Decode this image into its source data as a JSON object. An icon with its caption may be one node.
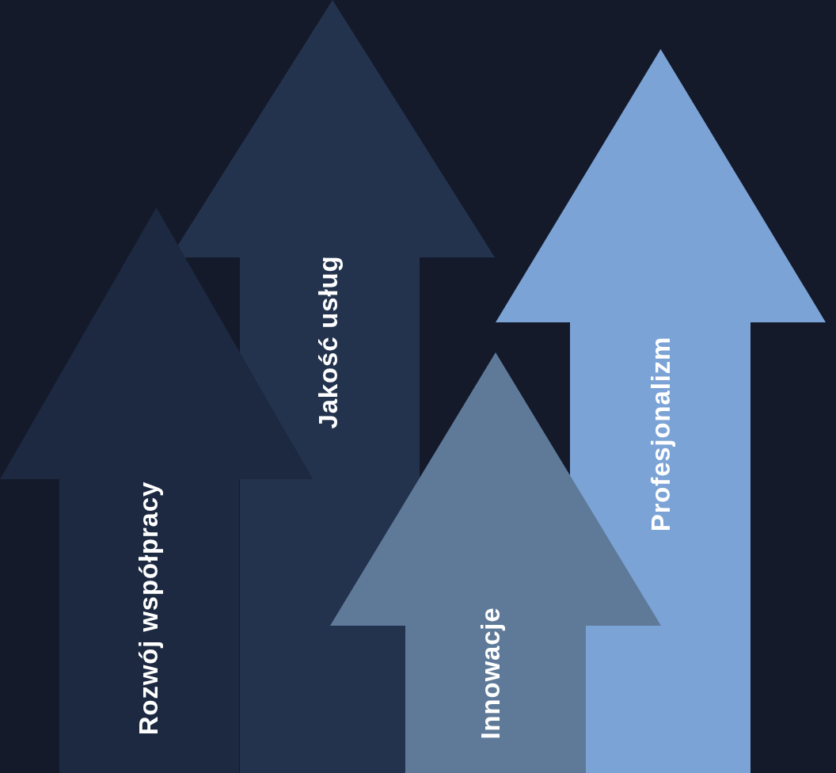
{
  "diagram": {
    "nodes": [
      {
        "text": [
          "Rozwój współpracy"
        ]
      },
      {
        "text": [
          "Jakość usług"
        ]
      },
      {
        "text": [
          "Innowacje"
        ]
      },
      {
        "text": [
          "Profesjonalizm"
        ]
      }
    ]
  }
}
